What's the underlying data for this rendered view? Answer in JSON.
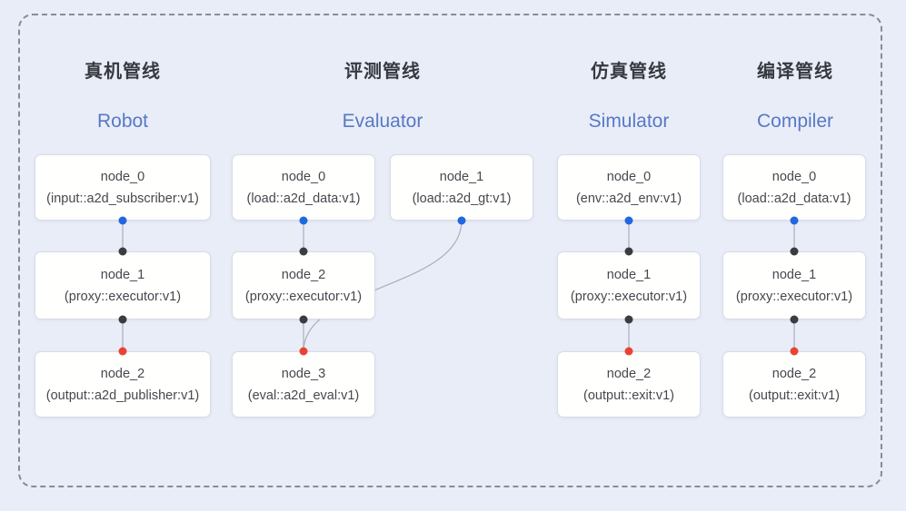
{
  "pipelines": [
    {
      "title_cn": "真机管线",
      "title_en": "Robot",
      "nodes": [
        {
          "name": "node_0",
          "type": "(input::a2d_subscriber:v1)"
        },
        {
          "name": "node_1",
          "type": "(proxy::executor:v1)"
        },
        {
          "name": "node_2",
          "type": "(output::a2d_publisher:v1)"
        }
      ]
    },
    {
      "title_cn": "评测管线",
      "title_en": "Evaluator",
      "nodes": [
        {
          "name": "node_0",
          "type": "(load::a2d_data:v1)"
        },
        {
          "name": "node_1",
          "type": "(load::a2d_gt:v1)"
        },
        {
          "name": "node_2",
          "type": "(proxy::executor:v1)"
        },
        {
          "name": "node_3",
          "type": "(eval::a2d_eval:v1)"
        }
      ]
    },
    {
      "title_cn": "仿真管线",
      "title_en": "Simulator",
      "nodes": [
        {
          "name": "node_0",
          "type": "(env::a2d_env:v1)"
        },
        {
          "name": "node_1",
          "type": "(proxy::executor:v1)"
        },
        {
          "name": "node_2",
          "type": "(output::exit:v1)"
        }
      ]
    },
    {
      "title_cn": "编译管线",
      "title_en": "Compiler",
      "nodes": [
        {
          "name": "node_0",
          "type": "(load::a2d_data:v1)"
        },
        {
          "name": "node_1",
          "type": "(proxy::executor:v1)"
        },
        {
          "name": "node_2",
          "type": "(output::exit:v1)"
        }
      ]
    }
  ],
  "colors": {
    "background": "#e9edf8",
    "frame_dash": "#878c96",
    "node_background": "#ffffff",
    "node_border": "#d9dce4",
    "title_cn_text": "#36393f",
    "title_en_text": "#5878c5",
    "node_text": "#47484d",
    "edge_line": "#a9afbb",
    "handle_source_blue": "#1f68e0",
    "handle_proxy_dark": "#3b3c3e",
    "handle_target_red": "#e94334"
  }
}
